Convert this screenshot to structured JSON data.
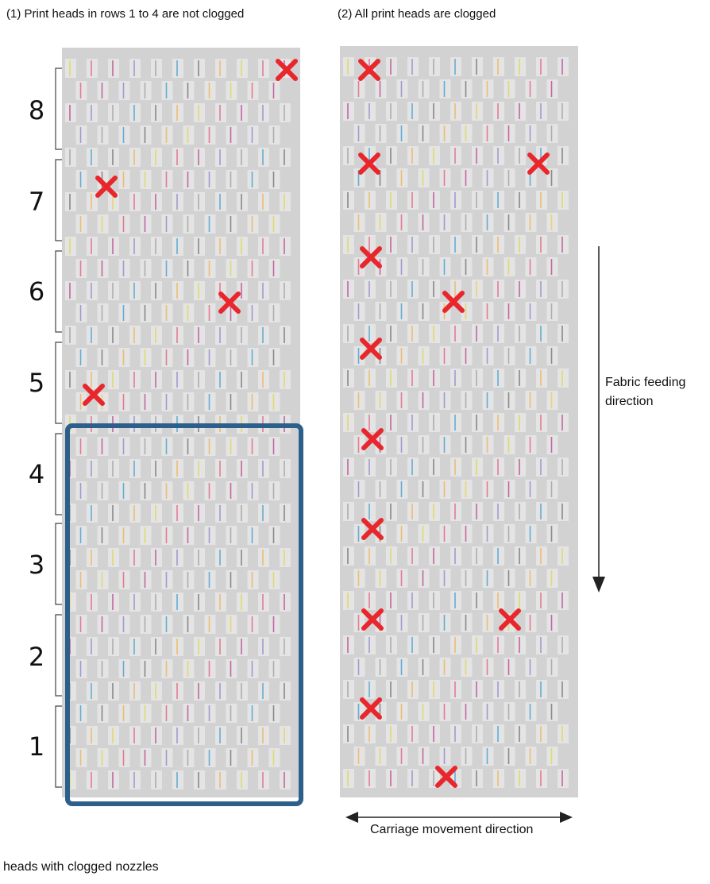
{
  "captions": {
    "panel1": "(1) Print heads in rows 1 to 4 are not clogged",
    "panel2": "(2) All print heads are clogged"
  },
  "row_labels": [
    "8",
    "7",
    "6",
    "5",
    "4",
    "3",
    "2",
    "1"
  ],
  "feeding_label": "Fabric feeding\ndirection",
  "carriage_label": "Carriage movement direction",
  "legend_text": "heads with clogged nozzles",
  "colors": {
    "panel_bg": "#d2d2d2",
    "highlight": "#2c5f8a",
    "mark": "#e8262c",
    "strip_colors": [
      "#e0d44a",
      "#e05a7a",
      "#b63a8c",
      "#8a82c8",
      "#9a9a9a",
      "#3a9ad0",
      "#6a6a6a",
      "#f0b050"
    ]
  },
  "icons": {
    "clog_mark": "red-x-icon",
    "feed_arrow": "arrow-down-icon",
    "carriage_arrow": "double-arrow-horizontal-icon"
  }
}
